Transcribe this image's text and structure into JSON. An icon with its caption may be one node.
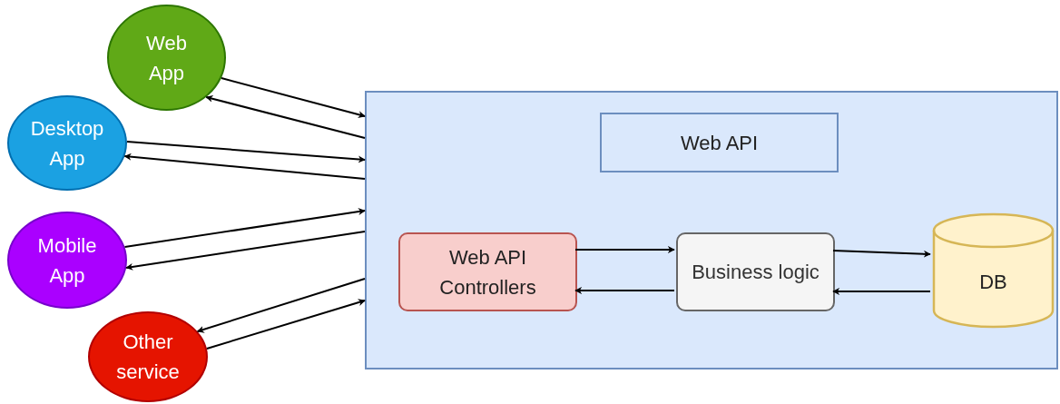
{
  "diagram": {
    "nodes": [
      {
        "text": [
          "Web App"
        ]
      },
      {
        "text": [
          "Desktop App"
        ]
      },
      {
        "text": [
          "Mobile App"
        ]
      },
      {
        "text": [
          "Other service"
        ]
      },
      {
        "text": [],
        "shape": "box"
      },
      {
        "text": [
          "Web API"
        ],
        "in": 4
      },
      {
        "text": [
          "Web API Controllers"
        ],
        "in": 4
      },
      {
        "text": [
          "Business logic"
        ],
        "in": 4
      },
      {
        "text": [
          "DB"
        ],
        "in": 4
      }
    ],
    "edges": [
      {
        "from": 0,
        "to": 4,
        "arrow": "to"
      },
      {
        "from": 4,
        "to": 0,
        "arrow": "to"
      },
      {
        "from": 1,
        "to": 4,
        "arrow": "to"
      },
      {
        "from": 4,
        "to": 1,
        "arrow": "to"
      },
      {
        "from": 2,
        "to": 4,
        "arrow": "to"
      },
      {
        "from": 4,
        "to": 2,
        "arrow": "to"
      },
      {
        "from": 4,
        "to": 3,
        "arrow": "to"
      },
      {
        "from": 3,
        "to": 4,
        "arrow": "to"
      },
      {
        "from": 6,
        "to": 7,
        "arrow": "to"
      },
      {
        "from": 7,
        "to": 6,
        "arrow": "to"
      },
      {
        "from": 7,
        "to": 8,
        "arrow": "to"
      },
      {
        "from": 8,
        "to": 7,
        "arrow": "to"
      }
    ]
  }
}
